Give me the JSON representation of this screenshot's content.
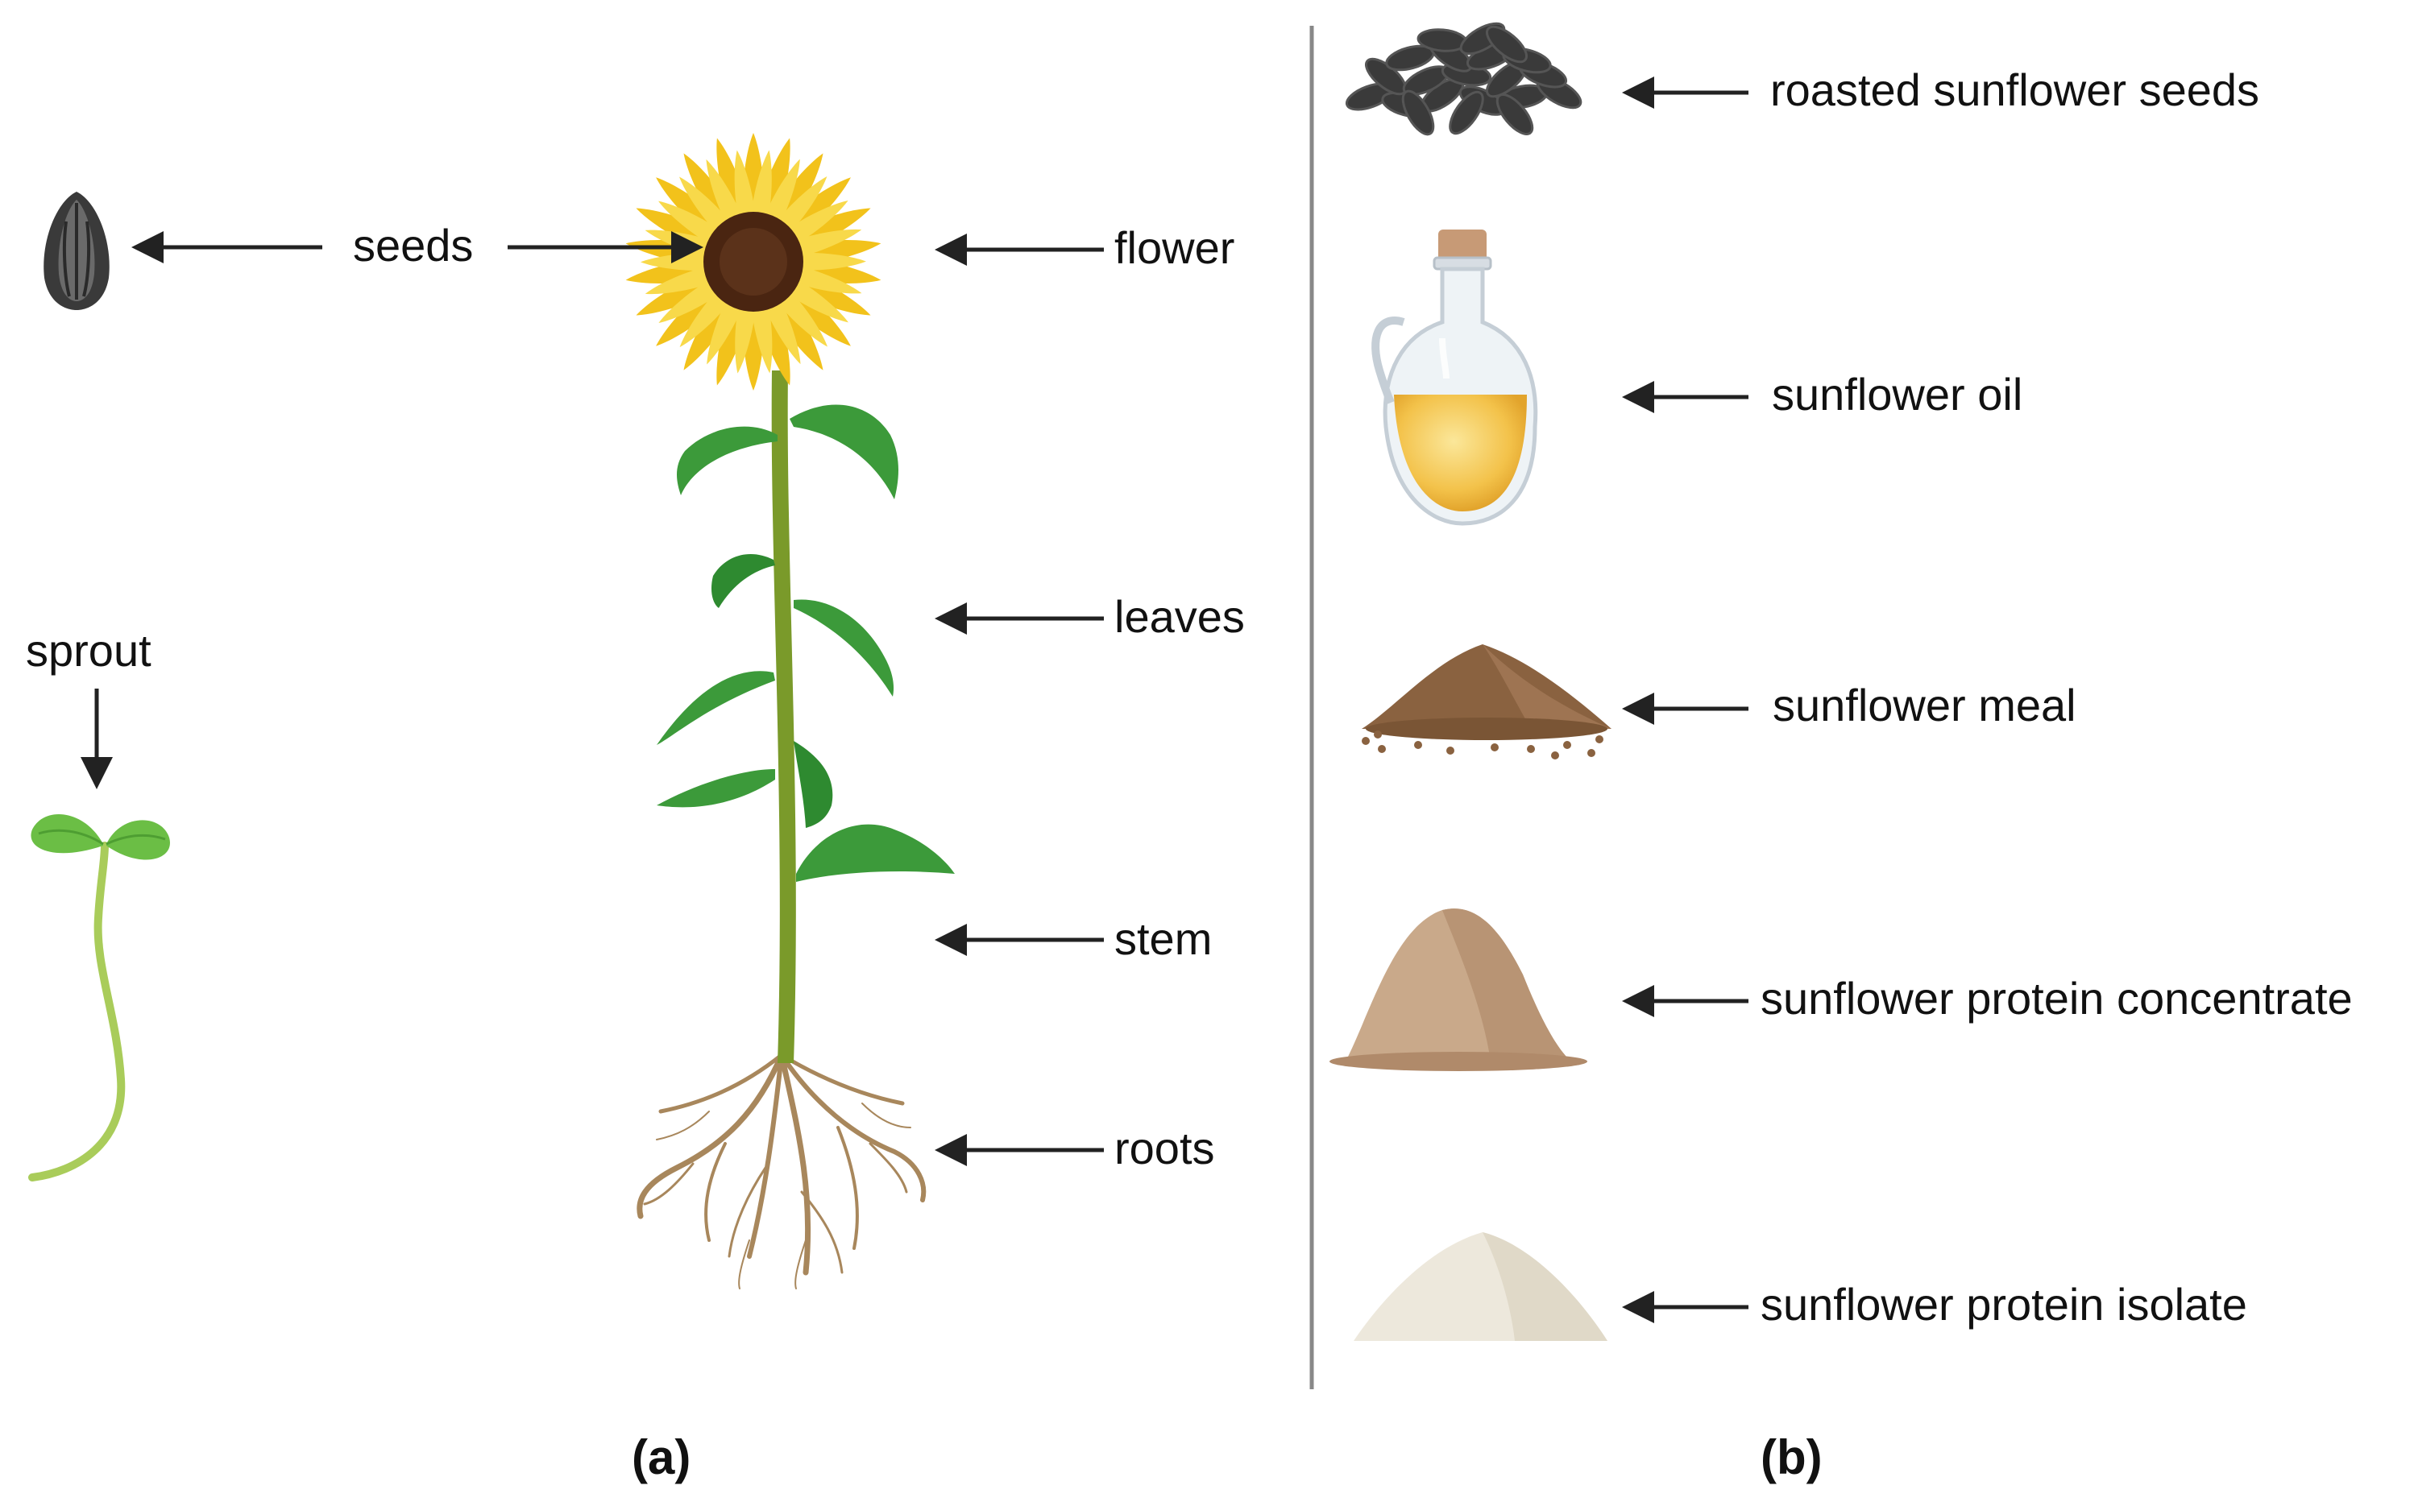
{
  "panel_a": {
    "label": "(a)",
    "parts": {
      "seeds": "seeds",
      "flower": "flower",
      "leaves": "leaves",
      "stem": "stem",
      "roots": "roots",
      "sprout": "sprout"
    }
  },
  "panel_b": {
    "label": "(b)",
    "products": [
      "roasted sunflower seeds",
      "sunflower oil",
      "sunflower meal",
      "sunflower protein concentrate",
      "sunflower protein isolate"
    ]
  },
  "colors": {
    "petal": "#F2C21B",
    "petal_light": "#F8D94A",
    "disc": "#4A2511",
    "stem": "#7A9A2A",
    "leaf": "#3C9A3A",
    "root": "#A8875C",
    "seed": "#3A3A3A",
    "oil": "#F3C24A",
    "meal": "#8A6240",
    "concentrate": "#C9A98A",
    "isolate": "#EDE8DC",
    "arrow": "#222222",
    "divider": "#888888"
  }
}
